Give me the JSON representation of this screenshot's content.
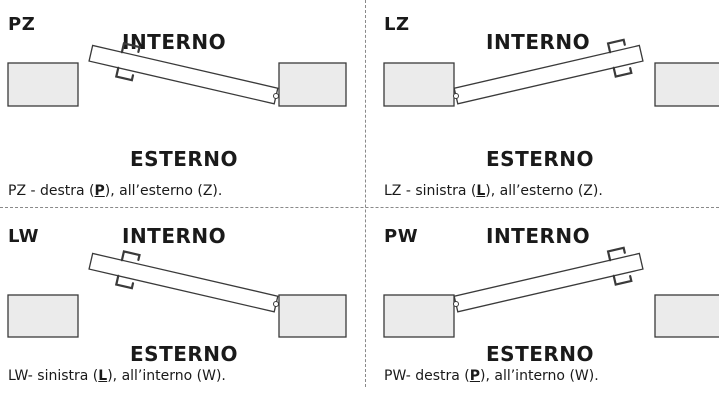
{
  "colors": {
    "wall": "#ebebeb",
    "stroke": "#3a3a3a",
    "divider": "#8a8a8a"
  },
  "panels": [
    {
      "code": "PZ",
      "inside_label": "INTERNO",
      "outside_label": "ESTERNO",
      "caption": {
        "pre": "PZ - destra (",
        "key": "P",
        "post": "), all’esterno (Z)."
      }
    },
    {
      "code": "LZ",
      "inside_label": "INTERNO",
      "outside_label": "ESTERNO",
      "caption": {
        "pre": "LZ - sinistra (",
        "key": "L",
        "post": "), all’esterno (Z)."
      }
    },
    {
      "code": "LW",
      "inside_label": "INTERNO",
      "outside_label": "ESTERNO",
      "caption": {
        "pre": "LW- sinistra (",
        "key": "L",
        "post": "), all’interno (W)."
      }
    },
    {
      "code": "PW",
      "inside_label": "INTERNO",
      "outside_label": "ESTERNO",
      "caption": {
        "pre": "PW- destra (",
        "key": "P",
        "post": "), all’interno (W)."
      }
    }
  ]
}
